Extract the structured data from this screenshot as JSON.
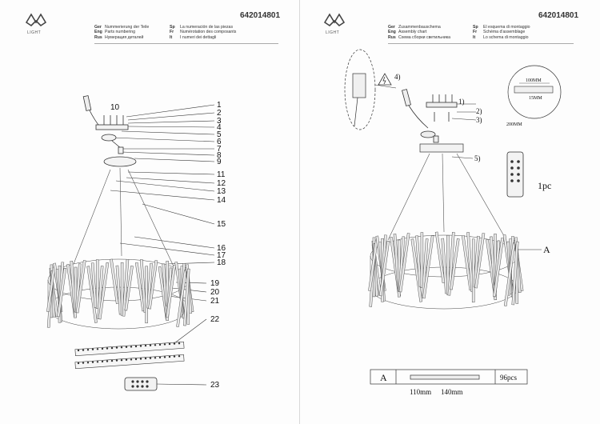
{
  "brand": {
    "logo_text": "LIGHT"
  },
  "product_code": "642014801",
  "left_header": [
    {
      "lang": "Ger",
      "text": "Nummerierung der Teile"
    },
    {
      "lang": "Eng",
      "text": "Parts numbering"
    },
    {
      "lang": "Rus",
      "text": "Нумерация деталей"
    }
  ],
  "left_header_b": [
    {
      "lang": "Sp",
      "text": "La numeración de las piezas"
    },
    {
      "lang": "Fr",
      "text": "Numérotation des composants"
    },
    {
      "lang": "It",
      "text": "I numeri dei dettagli"
    }
  ],
  "right_header": [
    {
      "lang": "Ger",
      "text": "Zusammenbauschema"
    },
    {
      "lang": "Eng",
      "text": "Assembly chart"
    },
    {
      "lang": "Rus",
      "text": "Схема сборки светильника"
    }
  ],
  "right_header_b": [
    {
      "lang": "Sp",
      "text": "El esquema di montaggio"
    },
    {
      "lang": "Fr",
      "text": "Schéma d'assemblage"
    },
    {
      "lang": "It",
      "text": "Lo schema di montaggio"
    }
  ],
  "part_numbers": [
    "1",
    "2",
    "3",
    "4",
    "5",
    "6",
    "7",
    "8",
    "9",
    "10",
    "11",
    "12",
    "13",
    "14",
    "15",
    "16",
    "17",
    "18",
    "19",
    "20",
    "21",
    "22",
    "23"
  ],
  "assembly_steps": [
    "1)",
    "2)",
    "3)",
    "4)",
    "5)"
  ],
  "labels": {
    "part_a": "A",
    "remote_qty": "1pc",
    "dim_100": "100MM",
    "dim_15": "15MM",
    "dim_200": "200MM",
    "table_a": "A",
    "table_qty": "96pcs",
    "table_dim1": "110mm",
    "table_dim2": "140mm"
  }
}
